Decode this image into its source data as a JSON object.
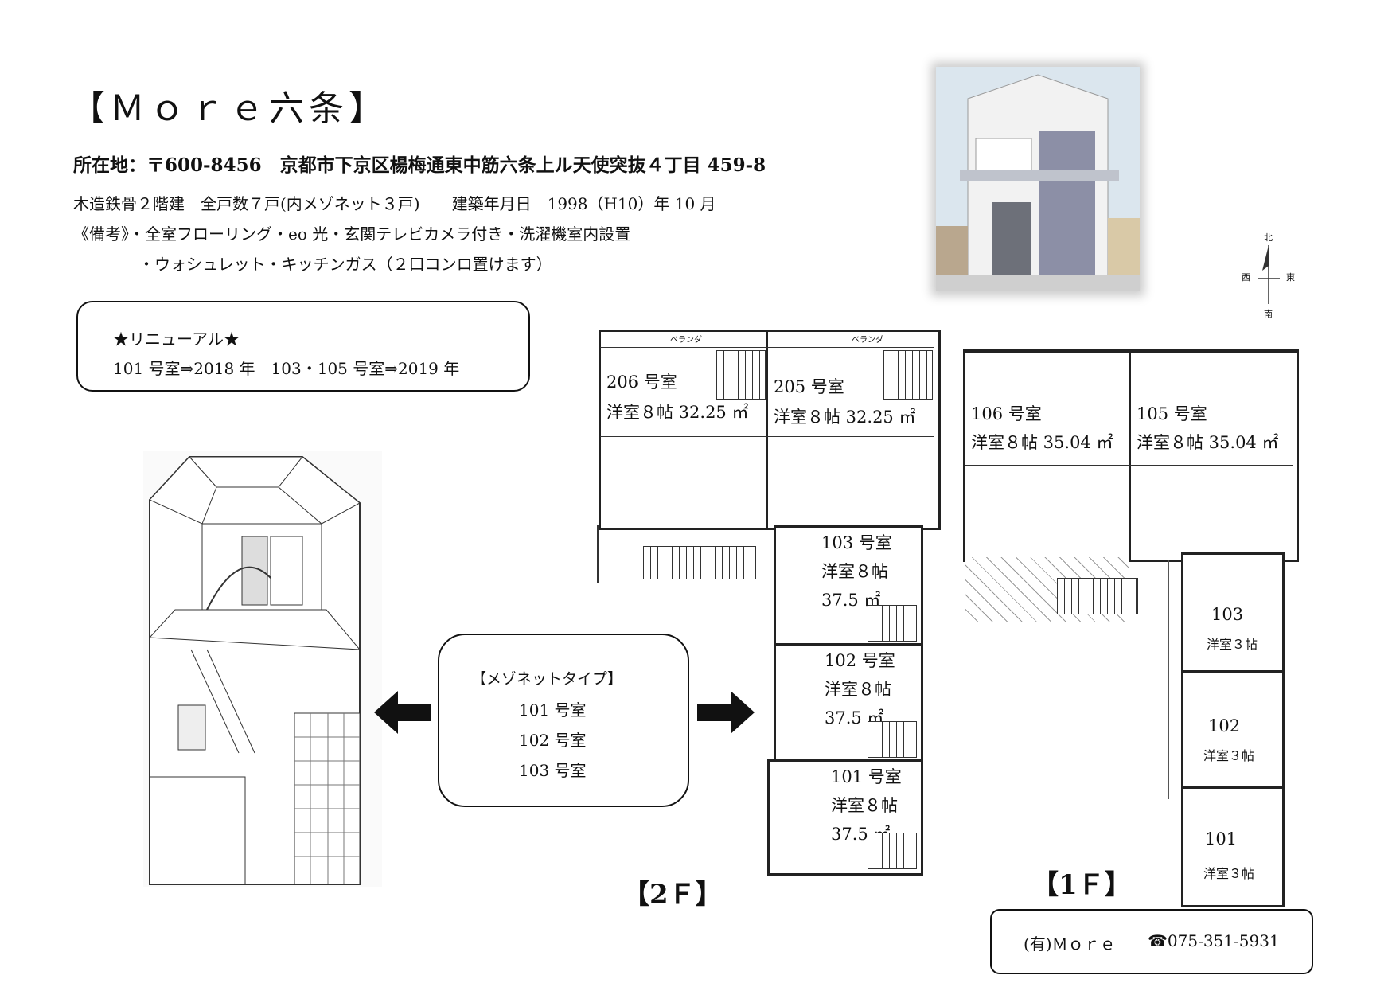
{
  "header": {
    "title": "【Ｍｏｒｅ六条】",
    "address": "所在地：〒600-8456　京都市下京区楊梅通東中筋六条上ル天使突抜４丁目 459-8",
    "structure": "木造鉄骨２階建　全戸数７戸(内メゾネット３戸)　　建築年月日　1998（H10）年 10 月",
    "notes1": "《備考》・全室フローリング・eo 光・玄関テレビカメラ付き・洗濯機室内設置",
    "notes2": "・ウォシュレット・キッチンガス（２口コンロ置けます）"
  },
  "renewal": {
    "heading": "★リニューアル★",
    "text": "101 号室⇒2018 年　103・105 号室⇒2019 年"
  },
  "compass": {
    "n": "北",
    "s": "南",
    "e": "東",
    "w": "西"
  },
  "maisonette": {
    "heading": "【メゾネットタイプ】",
    "rooms": [
      "101 号室",
      "102 号室",
      "103 号室"
    ]
  },
  "floor2": {
    "label": "【2Ｆ】",
    "veranda": "ベランダ",
    "rooms": [
      {
        "name": "206 号室",
        "size": "洋室８帖  32.25 ㎡"
      },
      {
        "name": "205 号室",
        "size": "洋室８帖  32.25 ㎡"
      },
      {
        "name": "103 号室",
        "type": "洋室８帖",
        "area": "37.5 ㎡"
      },
      {
        "name": "102 号室",
        "type": "洋室８帖",
        "area": "37.5 ㎡"
      },
      {
        "name": "101 号室",
        "type": "洋室８帖",
        "area": "37.5 ㎡"
      }
    ]
  },
  "floor1": {
    "label": "【1Ｆ】",
    "rooms": [
      {
        "name": "106 号室",
        "size": "洋室８帖  35.04 ㎡"
      },
      {
        "name": "105 号室",
        "size": "洋室８帖  35.04 ㎡"
      },
      {
        "name": "103",
        "type": "洋室３帖"
      },
      {
        "name": "102",
        "type": "洋室３帖"
      },
      {
        "name": "101",
        "type": "洋室３帖"
      }
    ]
  },
  "contact": {
    "company": "(有)Ｍｏｒｅ",
    "phone": "☎075-351-5931"
  }
}
